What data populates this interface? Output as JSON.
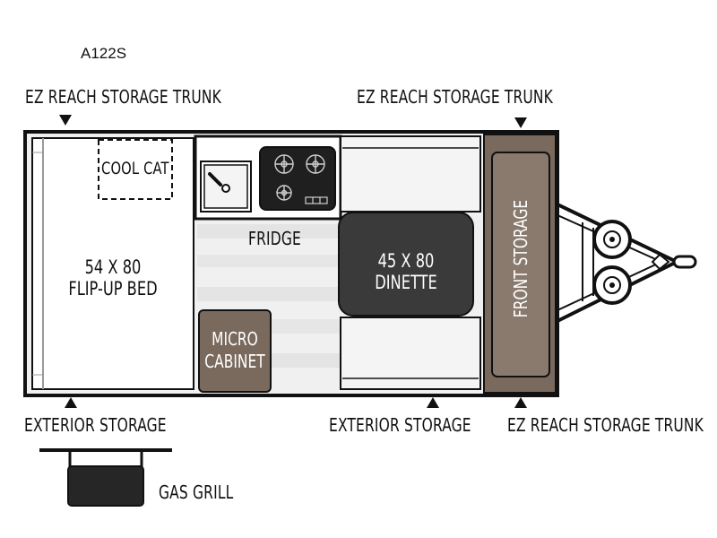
{
  "model": "A122S",
  "labels": {
    "trunk_top_left": "EZ REACH STORAGE TRUNK",
    "trunk_top_right": "EZ REACH STORAGE TRUNK",
    "trunk_bottom_right": "EZ REACH STORAGE TRUNK",
    "ext_storage_left": "EXTERIOR STORAGE",
    "ext_storage_center": "EXTERIOR STORAGE",
    "gas_grill": "GAS GRILL"
  },
  "rooms": {
    "cool_cat": "COOL CAT",
    "bed_line1": "54 X 80",
    "bed_line2": "FLIP-UP BED",
    "fridge": "FRIDGE",
    "dinette_line1": "45 X 80",
    "dinette_line2": "DINETTE",
    "micro_line1": "MICRO",
    "micro_line2": "CABINET",
    "front_storage": "FRONT STORAGE"
  },
  "colors": {
    "outline": "#111111",
    "floor": "#f0f0f0",
    "brown": "#7a6a5e",
    "brown_light": "#8a7a6e",
    "dinette": "#3a3a3a",
    "cushion": "#f2f2f2"
  }
}
